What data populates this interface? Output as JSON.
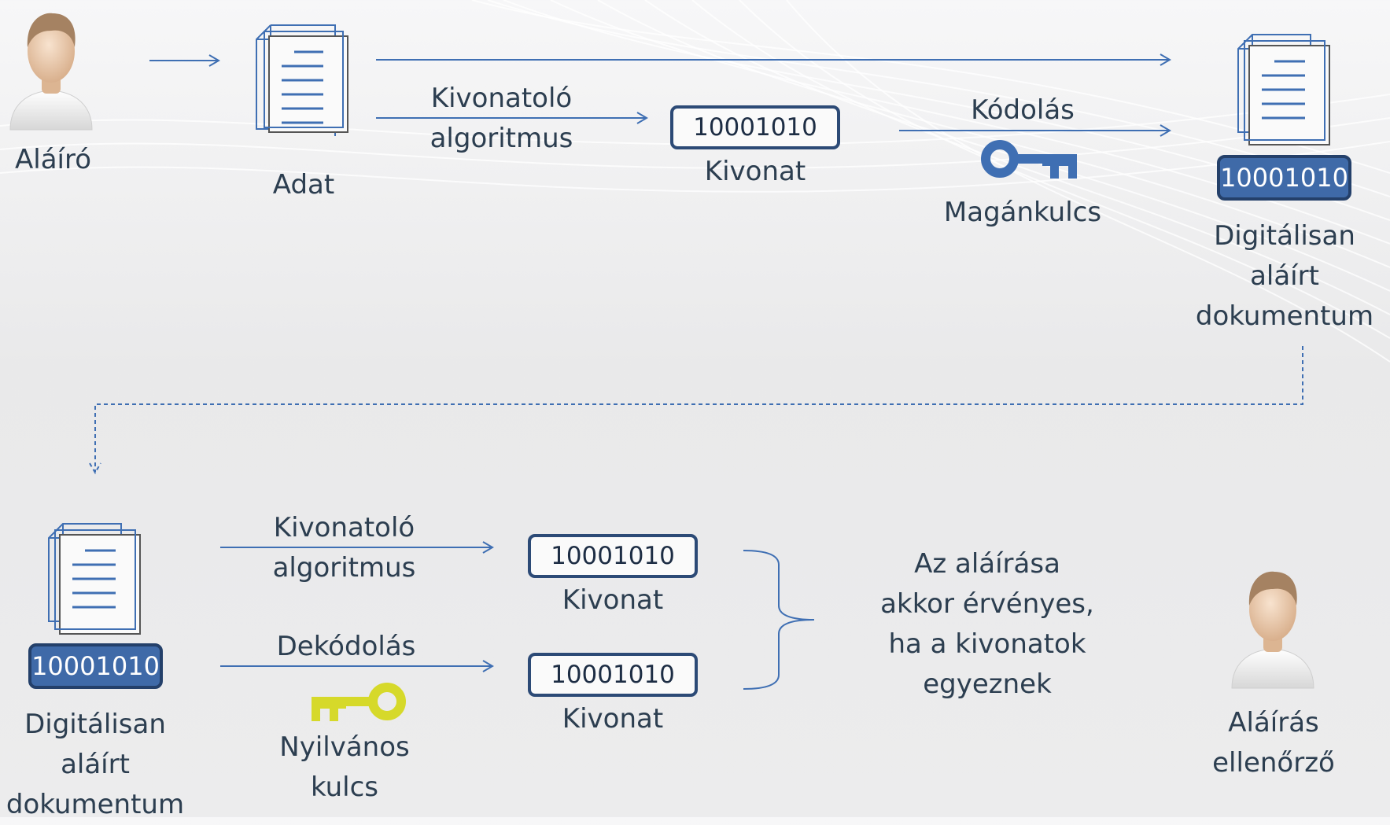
{
  "top": {
    "signer_label": "Aláíró",
    "data_label": "Adat",
    "hash_algorithm_label": "Kivonatoló algoritmus",
    "hash_value": "10001010",
    "digest_label": "Kivonat",
    "encode_label": "Kódolás",
    "private_key_label": "Magánkulcs",
    "signed_doc_hash": "10001010",
    "signed_doc_label": "Digitálisan aláírt dokumentum"
  },
  "bottom": {
    "signed_doc_hash": "10001010",
    "signed_doc_label": "Digitálisan aláírt dokumentum",
    "hash_algorithm_label": "Kivonatoló algoritmus",
    "decode_label": "Dekódolás",
    "public_key_label": "Nyilvános kulcs",
    "digest1_value": "10001010",
    "digest1_label": "Kivonat",
    "digest2_value": "10001010",
    "digest2_label": "Kivonat",
    "result_text": "Az aláírása akkor érvényes, ha a kivonatok egyeznek",
    "verifier_label": "Aláírás ellenőrző"
  },
  "colors": {
    "arrow": "#3f6fb3",
    "private_key": "#3f6fb3",
    "public_key": "#d6d92a",
    "text": "#2c3e50"
  },
  "icons": [
    "user-icon",
    "document-icon",
    "key-icon"
  ]
}
